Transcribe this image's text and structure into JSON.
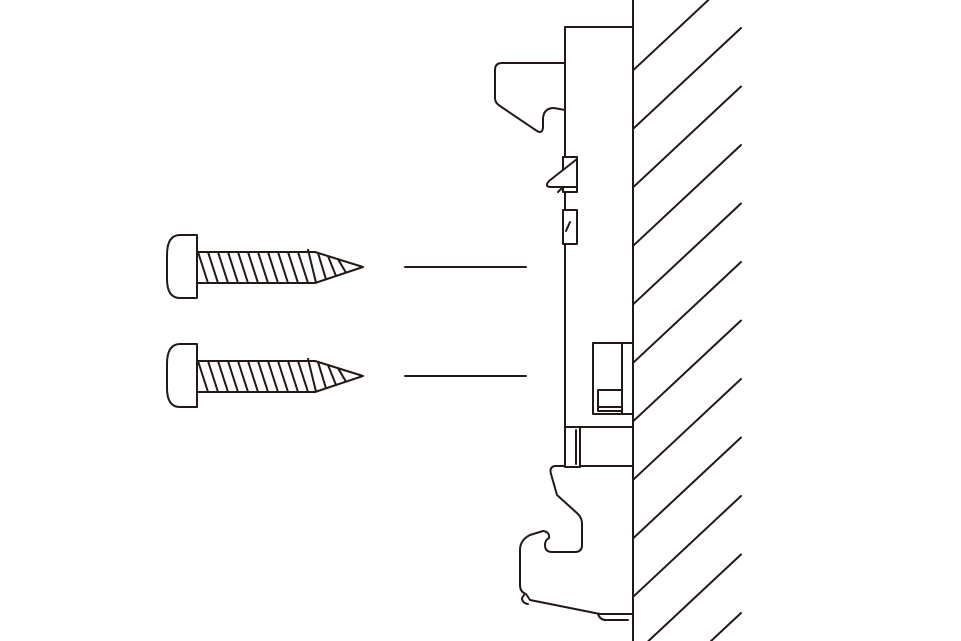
{
  "colors": {
    "line": "#231815",
    "background": "#ffffff"
  },
  "screws": [
    {
      "id": "screw-upper"
    },
    {
      "id": "screw-lower"
    }
  ],
  "icons": {
    "screw": "screw-icon",
    "bracket": "din-rail-bracket",
    "wall": "hatched-wall"
  }
}
